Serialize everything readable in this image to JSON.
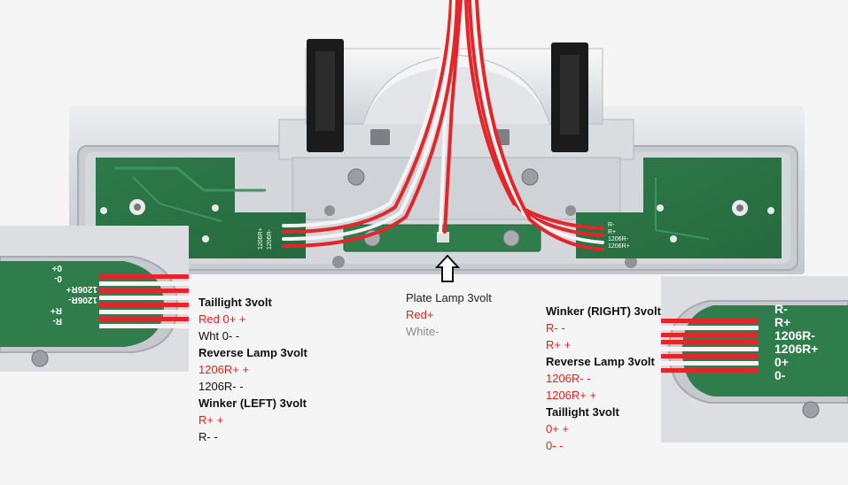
{
  "plate_lamp": {
    "title": "Plate Lamp 3volt",
    "pos": "Red+",
    "neg": "White-"
  },
  "left_labels": {
    "taillight_title": "Taillight 3volt",
    "taillight_pos": "Red 0+ +",
    "taillight_neg": "Wht 0- -",
    "reverse_title": "Reverse Lamp 3volt",
    "reverse_pos": "1206R+ +",
    "reverse_neg": "1206R- -",
    "winker_title": "Winker (LEFT) 3volt",
    "winker_pos": "R+ +",
    "winker_neg": "R- -"
  },
  "right_labels": {
    "winker_title": "Winker (RIGHT) 3volt",
    "winker_neg": "R- -",
    "winker_pos": "R+ +",
    "reverse_title": "Reverse Lamp 3volt",
    "reverse_neg": "1206R- -",
    "reverse_pos": "1206R+ +",
    "taillight_title": "Taillight 3volt",
    "taillight_pos": "0+ +",
    "taillight_neg": "0- -"
  },
  "pcb_silkscreen": {
    "left": [
      "0+",
      "0-",
      "1206R+",
      "1206R-",
      "R+",
      "R-"
    ],
    "right": [
      "R-",
      "R+",
      "1206R-",
      "1206R+",
      "0+",
      "0-"
    ]
  },
  "colors": {
    "pcb_green": "#2f7d4b",
    "wire_red": "#e3262a",
    "wire_white": "#f4f4f4",
    "label_red": "#e0201c",
    "aluminum": "#d6d8dc"
  }
}
